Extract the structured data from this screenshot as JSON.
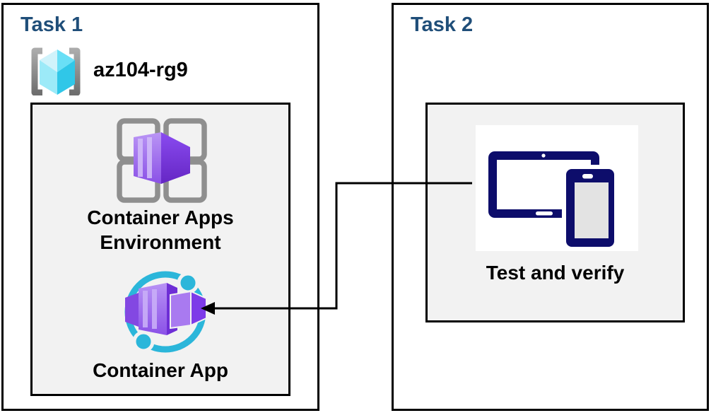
{
  "diagram": {
    "tasks": [
      {
        "title": "Task 1",
        "resource_group": {
          "name": "az104-rg9",
          "icon": "resource-group-icon"
        },
        "nodes": [
          {
            "label": "Container Apps Environment",
            "icon": "container-apps-environment-icon"
          },
          {
            "label": "Container App",
            "icon": "container-app-icon"
          }
        ]
      },
      {
        "title": "Task 2",
        "nodes": [
          {
            "label": "Test and verify",
            "icon": "devices-icon"
          }
        ]
      }
    ],
    "connector": {
      "type": "elbow-arrow",
      "from": "Test and verify",
      "to": "Container App"
    },
    "colors": {
      "title_navy": "#1F4E79",
      "panel_fill": "#F2F2F2",
      "border_black": "#000000",
      "icon_navy": "#0D0D6B",
      "ring_cyan": "#2BB6DA",
      "cube_purple_light": "#BA95F5",
      "cube_purple_dark": "#6F2ED6",
      "grid_gray": "#8F8F8F",
      "rg_cyan": "#69DFF6"
    }
  }
}
